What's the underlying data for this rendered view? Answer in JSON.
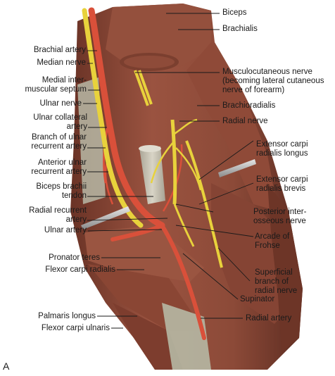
{
  "panel_letter": "A",
  "labels": {
    "biceps": "Biceps",
    "brachialis": "Brachialis",
    "brachial_artery": "Brachial artery",
    "median_nerve": "Median nerve",
    "musculocutaneous_1": "Musculocutaneous nerve",
    "musculocutaneous_2": "(becoming lateral cutaneous",
    "musculocutaneous_3": "nerve of forearm)",
    "medial_septum_1": "Medial inter-",
    "medial_septum_2": "muscular septum",
    "ulnar_nerve": "Ulnar nerve",
    "brachioradialis": "Brachioradialis",
    "ulnar_collateral_1": "Ulnar collateral",
    "ulnar_collateral_2": "artery",
    "radial_nerve": "Radial nerve",
    "branch_ulnar_1": "Branch of ulnar",
    "branch_ulnar_2": "recurrent artery",
    "ecrl_1": "Extensor carpi",
    "ecrl_2": "radialis longus",
    "anterior_ulnar_1": "Anterior ulnar",
    "anterior_ulnar_2": "recurrent artery",
    "ecrb_1": "Extensor carpi",
    "ecrb_2": "radialis brevis",
    "biceps_tendon_1": "Biceps brachii",
    "biceps_tendon_2": "tendon",
    "radial_recurrent_1": "Radial recurrent",
    "radial_recurrent_2": "artery",
    "pin_1": "Posterior inter-",
    "pin_2": "osseous nerve",
    "ulnar_artery": "Ulnar artery",
    "arcade_1": "Arcade of",
    "arcade_2": "Frohse",
    "pronator_teres": "Pronator teres",
    "fcr": "Flexor carpi radialis",
    "superficial_1": "Superficial",
    "superficial_2": "branch of",
    "superficial_3": "radial nerve",
    "supinator": "Supinator",
    "palmaris_longus": "Palmaris longus",
    "radial_artery": "Radial artery",
    "fcu": "Flexor carpi ulnaris"
  },
  "colors": {
    "muscle": "#8c4a38",
    "muscle_dark": "#6a3326",
    "muscle_light": "#b06a52",
    "tendon": "#c9c5b8",
    "artery": "#d9503a",
    "nerve": "#e8d23c",
    "line": "#1a1a1a",
    "retractor": "#b8b8b8"
  }
}
